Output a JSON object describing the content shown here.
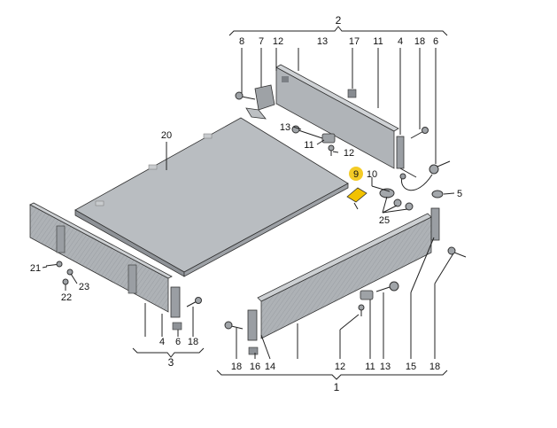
{
  "colors": {
    "highlight": "#f2c200",
    "panel": "#b7bbbf",
    "panel_dark": "#8d9196",
    "outline": "#333333"
  },
  "groups": {
    "g1": "1",
    "g2": "2",
    "g3": "3"
  },
  "labels": {
    "top": [
      "8",
      "7",
      "12",
      "13",
      "17",
      "11",
      "4",
      "18",
      "6"
    ],
    "l20": "20",
    "l13a": "13",
    "l11a": "11",
    "l12a": "12",
    "l9": "9",
    "l10": "10",
    "l25": "25",
    "l5": "5",
    "l21": "21",
    "l23": "23",
    "l22": "22",
    "l4b": "4",
    "l6b": "6",
    "l18b": "18",
    "bottom": [
      "18",
      "16",
      "14",
      "12",
      "11",
      "13",
      "15",
      "18"
    ]
  }
}
